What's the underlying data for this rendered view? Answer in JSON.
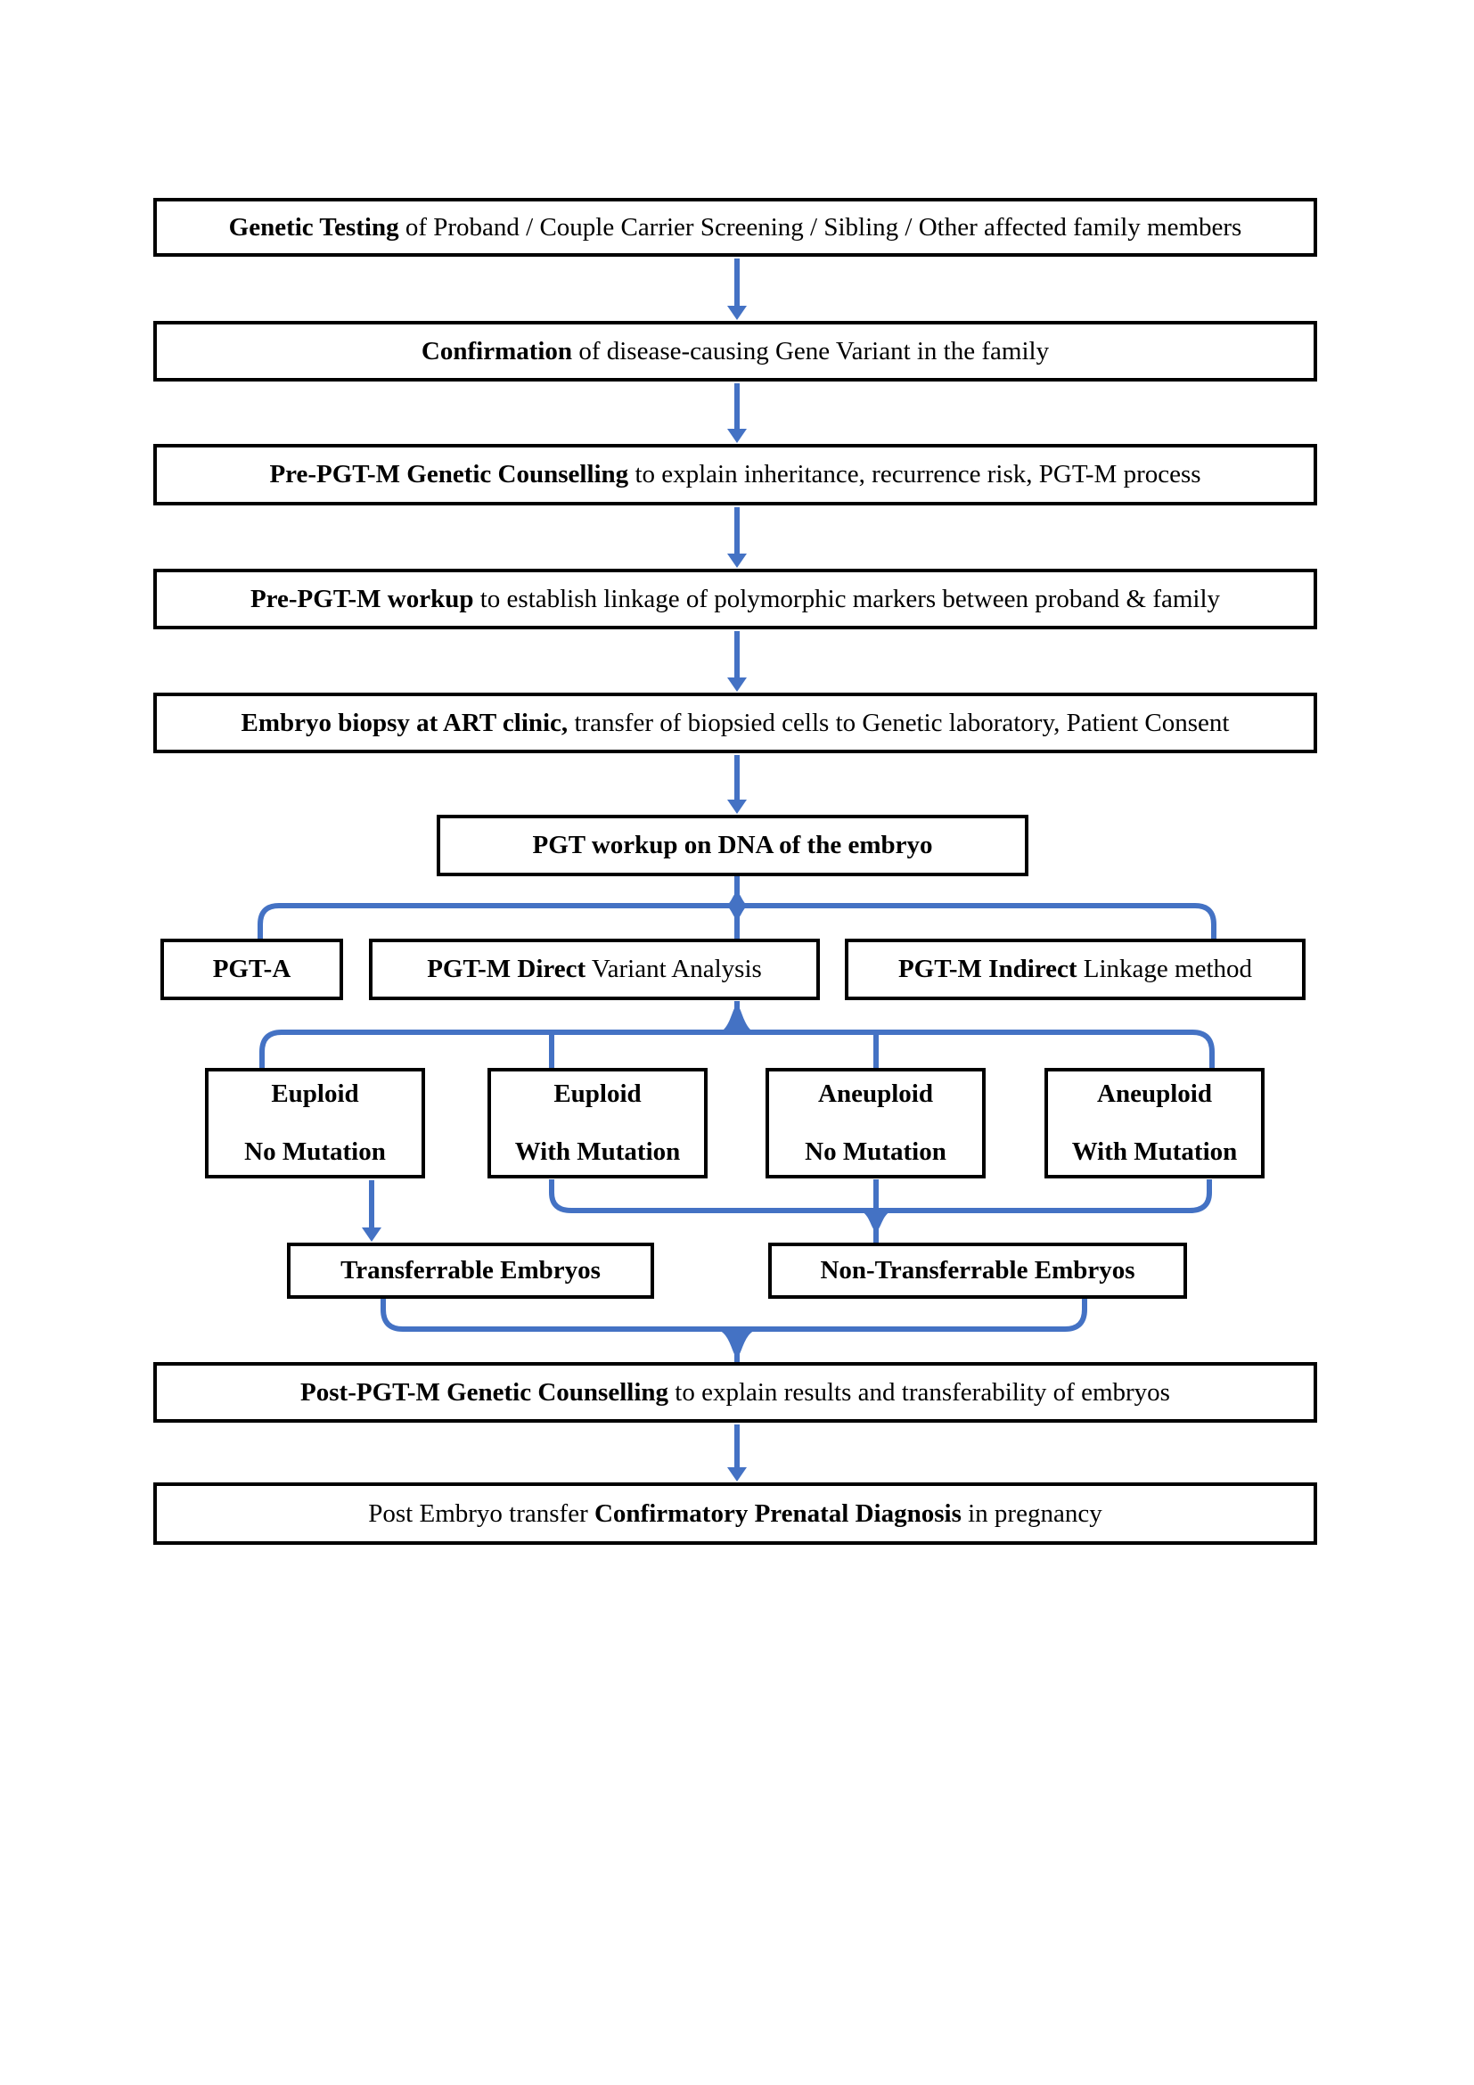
{
  "diagram": {
    "colors": {
      "connector": "#4472C4",
      "border": "#000000",
      "background": "#ffffff",
      "text": "#000000"
    },
    "nodes": {
      "genetic_testing": {
        "bold": "Genetic Testing",
        "rest": " of Proband / Couple Carrier Screening / Sibling / Other affected family members"
      },
      "confirmation": {
        "bold": "Confirmation",
        "rest": " of disease-causing Gene Variant in the family"
      },
      "pre_pgtm_counselling": {
        "bold": "Pre-PGT-M Genetic Counselling",
        "rest": " to explain inheritance, recurrence risk, PGT-M process"
      },
      "pre_pgtm_workup": {
        "bold": "Pre-PGT-M workup",
        "rest": " to establish linkage of polymorphic markers between proband & family"
      },
      "embryo_biopsy": {
        "bold": "Embryo biopsy at ART clinic,",
        "rest": " transfer of biopsied cells to Genetic laboratory, Patient Consent"
      },
      "pgt_workup_embryo": {
        "bold": "PGT workup on DNA of the embryo",
        "rest": ""
      },
      "pgt_a": {
        "bold": "PGT-A",
        "rest": ""
      },
      "pgtm_direct": {
        "bold": "PGT-M Direct",
        "rest": " Variant Analysis"
      },
      "pgtm_indirect": {
        "bold": "PGT-M Indirect",
        "rest": " Linkage method"
      },
      "euploid_no_mutation": {
        "line1": "Euploid",
        "line2": "No Mutation"
      },
      "euploid_with_mutation": {
        "line1": "Euploid",
        "line2": "With Mutation"
      },
      "aneuploid_no_mutation": {
        "line1": "Aneuploid",
        "line2": "No Mutation"
      },
      "aneuploid_with_mutation": {
        "line1": "Aneuploid",
        "line2": "With Mutation"
      },
      "transferrable": {
        "bold": "Transferrable Embryos",
        "rest": ""
      },
      "non_transferrable": {
        "bold": "Non-Transferrable Embryos",
        "rest": ""
      },
      "post_pgtm_counselling": {
        "bold": "Post-PGT-M Genetic Counselling",
        "rest": " to explain results and transferability of embryos"
      },
      "confirmatory_pnd": {
        "prefix": "Post Embryo transfer ",
        "bold": "Confirmatory Prenatal Diagnosis",
        "rest": " in pregnancy"
      }
    }
  }
}
